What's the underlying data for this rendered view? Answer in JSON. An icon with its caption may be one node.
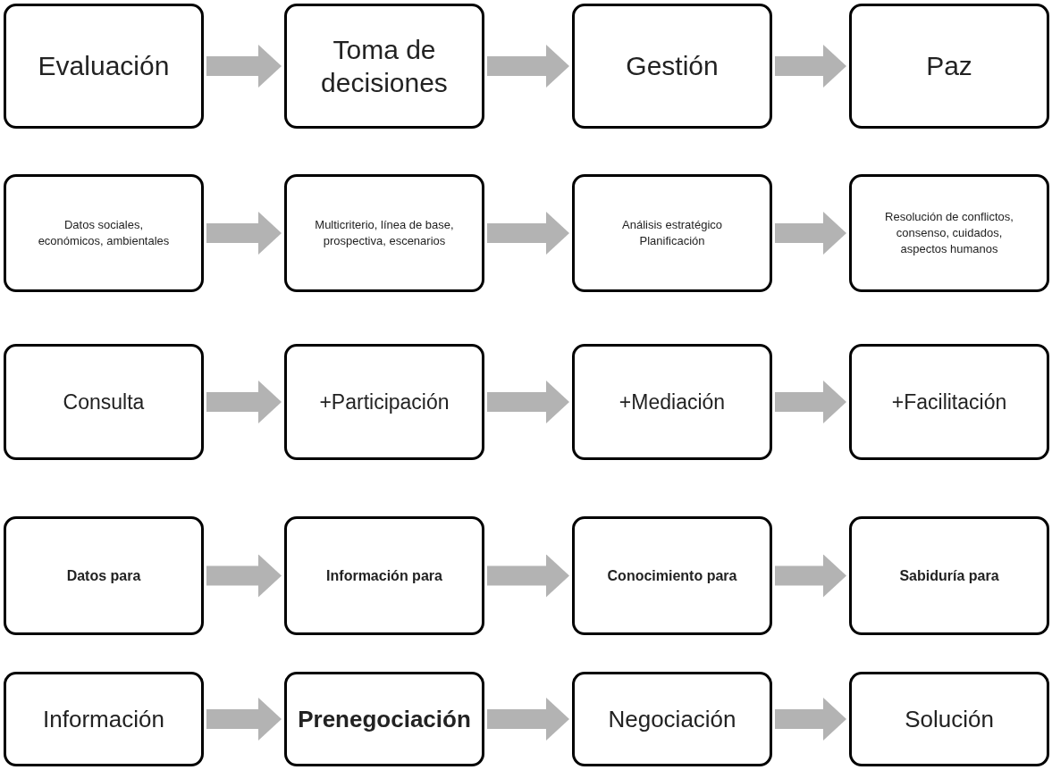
{
  "diagram": {
    "nodes": [
      {
        "text": [
          "Evaluación"
        ]
      },
      {
        "text": [
          "Toma de decisiones"
        ]
      },
      {
        "text": [
          "Gestión"
        ]
      },
      {
        "text": [
          "Paz"
        ]
      },
      {
        "text": [
          "Datos sociales, económicos, ambientales"
        ]
      },
      {
        "text": [
          "Multicriterio, línea de base, prospectiva, escenarios"
        ]
      },
      {
        "text": [
          "Análisis estratégico Planificación"
        ]
      },
      {
        "text": [
          "Resolución de conflictos, consenso, cuidados, aspectos humanos"
        ]
      },
      {
        "text": [
          "Consulta"
        ]
      },
      {
        "text": [
          "+Participación"
        ]
      },
      {
        "text": [
          "+Mediación"
        ]
      },
      {
        "text": [
          "+Facilitación"
        ]
      },
      {
        "text": [
          "Datos para"
        ]
      },
      {
        "text": [
          "Información para"
        ]
      },
      {
        "text": [
          "Conocimiento para"
        ]
      },
      {
        "text": [
          "Sabiduría para"
        ]
      },
      {
        "text": [
          "Información"
        ]
      },
      {
        "text": [
          "Prenegociación"
        ]
      },
      {
        "text": [
          "Negociación"
        ]
      },
      {
        "text": [
          "Solución"
        ]
      }
    ],
    "edges": [
      {
        "from": 0,
        "to": 1,
        "arrow": "to"
      },
      {
        "from": 1,
        "to": 2,
        "arrow": "to"
      },
      {
        "from": 2,
        "to": 3,
        "arrow": "to"
      },
      {
        "from": 4,
        "to": 5,
        "arrow": "to"
      },
      {
        "from": 5,
        "to": 6,
        "arrow": "to"
      },
      {
        "from": 6,
        "to": 7,
        "arrow": "to"
      },
      {
        "from": 8,
        "to": 9,
        "arrow": "to"
      },
      {
        "from": 9,
        "to": 10,
        "arrow": "to"
      },
      {
        "from": 10,
        "to": 11,
        "arrow": "to"
      },
      {
        "from": 12,
        "to": 13,
        "arrow": "to"
      },
      {
        "from": 13,
        "to": 14,
        "arrow": "to"
      },
      {
        "from": 14,
        "to": 15,
        "arrow": "to"
      },
      {
        "from": 16,
        "to": 17,
        "arrow": "to"
      },
      {
        "from": 17,
        "to": 18,
        "arrow": "to"
      },
      {
        "from": 18,
        "to": 19,
        "arrow": "to"
      }
    ]
  }
}
